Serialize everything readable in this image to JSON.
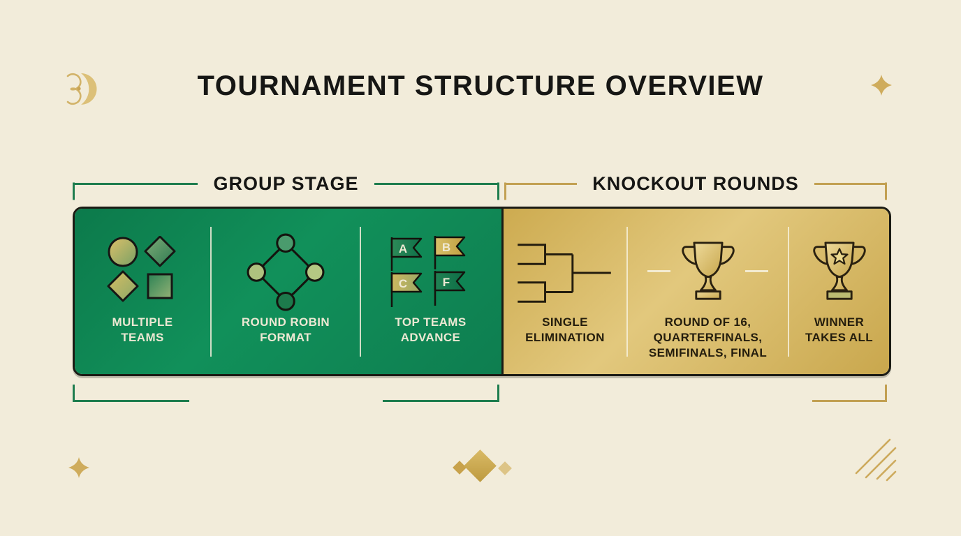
{
  "page": {
    "title": "TOURNAMENT STRUCTURE OVERVIEW",
    "background_color": "#f2ecda",
    "title_color": "#161614"
  },
  "sections": {
    "group_stage": {
      "label": "GROUP STAGE",
      "accent_color": "#1e7d4e",
      "panel_color": "#0e8a55"
    },
    "knockout_rounds": {
      "label": "KNOCKOUT ROUNDS",
      "accent_color": "#c2a052",
      "panel_color": "#d8b75e"
    }
  },
  "panel": {
    "green_cells": [
      {
        "icon": "team-shapes-icon",
        "label": "MULTIPLE TEAMS"
      },
      {
        "icon": "round-robin-icon",
        "label": "ROUND ROBIN FORMAT"
      },
      {
        "icon": "advance-flags-icon",
        "label": "TOP TEAMS ADVANCE",
        "flags": [
          {
            "letter": "A"
          },
          {
            "letter": "B"
          },
          {
            "letter": "C"
          },
          {
            "letter": "F"
          }
        ]
      }
    ],
    "gold_cells": [
      {
        "icon": "single-elimination-bracket-icon",
        "label": "SINGLE ELIMINATION"
      },
      {
        "icon": "trophy-icon",
        "label": "ROUND OF 16, QUARTERFINALS, SEMIFINALS, FINAL"
      },
      {
        "icon": "winner-trophy-star-icon",
        "label": "WINNER TAKES ALL"
      }
    ],
    "text_on_green": "#ece8d3",
    "text_on_gold": "#241d0d"
  },
  "decorations": {
    "top_left_logo": "crescent-monogram-icon",
    "top_right": "sparkle-icon",
    "bottom_left": "sparkle-icon",
    "bottom_center": "three-diamonds",
    "bottom_right": "diagonal-hatch-lines",
    "gold_accent": "#c9a455"
  }
}
